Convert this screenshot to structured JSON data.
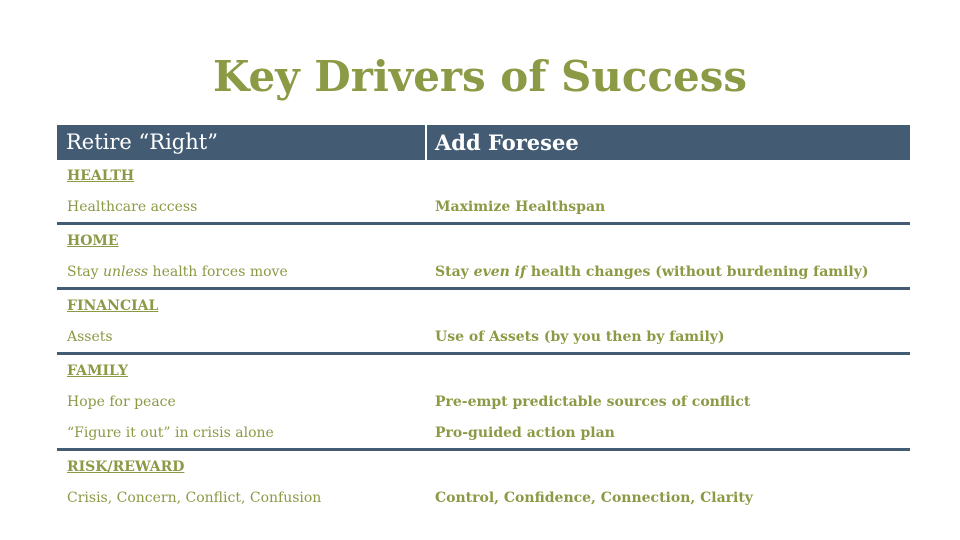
{
  "title": "Key Drivers of Success",
  "table": {
    "headers": [
      "Retire “Right”",
      "Add Foresee"
    ],
    "colors": {
      "header_bg": "#435c74",
      "text": "#8a9a45",
      "rule": "#435c74"
    },
    "sections": [
      {
        "category": "HEALTH",
        "lines": [
          {
            "left_pre": "Healthcare access",
            "left_em": "",
            "left_post": "",
            "right_pre": "Maximize Healthspan",
            "right_em": "",
            "right_post": ""
          }
        ]
      },
      {
        "category": "HOME",
        "lines": [
          {
            "left_pre": "Stay ",
            "left_em": "unless",
            "left_post": " health forces move",
            "right_pre": "Stay ",
            "right_em": "even if",
            "right_post": " health changes (without burdening family)"
          }
        ]
      },
      {
        "category": "FINANCIAL",
        "lines": [
          {
            "left_pre": "Assets",
            "left_em": "",
            "left_post": "",
            "right_pre": "Use of Assets (by you then by family)",
            "right_em": "",
            "right_post": ""
          }
        ]
      },
      {
        "category": "FAMILY",
        "lines": [
          {
            "left_pre": "Hope for peace",
            "left_em": "",
            "left_post": "",
            "right_pre": "Pre-empt predictable sources of conflict",
            "right_em": "",
            "right_post": ""
          },
          {
            "left_pre": "“Figure it out” in crisis alone",
            "left_em": "",
            "left_post": "",
            "right_pre": "Pro-guided action plan",
            "right_em": "",
            "right_post": ""
          }
        ]
      },
      {
        "category": "RISK/REWARD",
        "lines": [
          {
            "left_pre": "Crisis, Concern, Conflict, Confusion",
            "left_em": "",
            "left_post": "",
            "right_pre": "Control, Confidence, Connection, Clarity",
            "right_em": "",
            "right_post": ""
          }
        ]
      }
    ]
  }
}
